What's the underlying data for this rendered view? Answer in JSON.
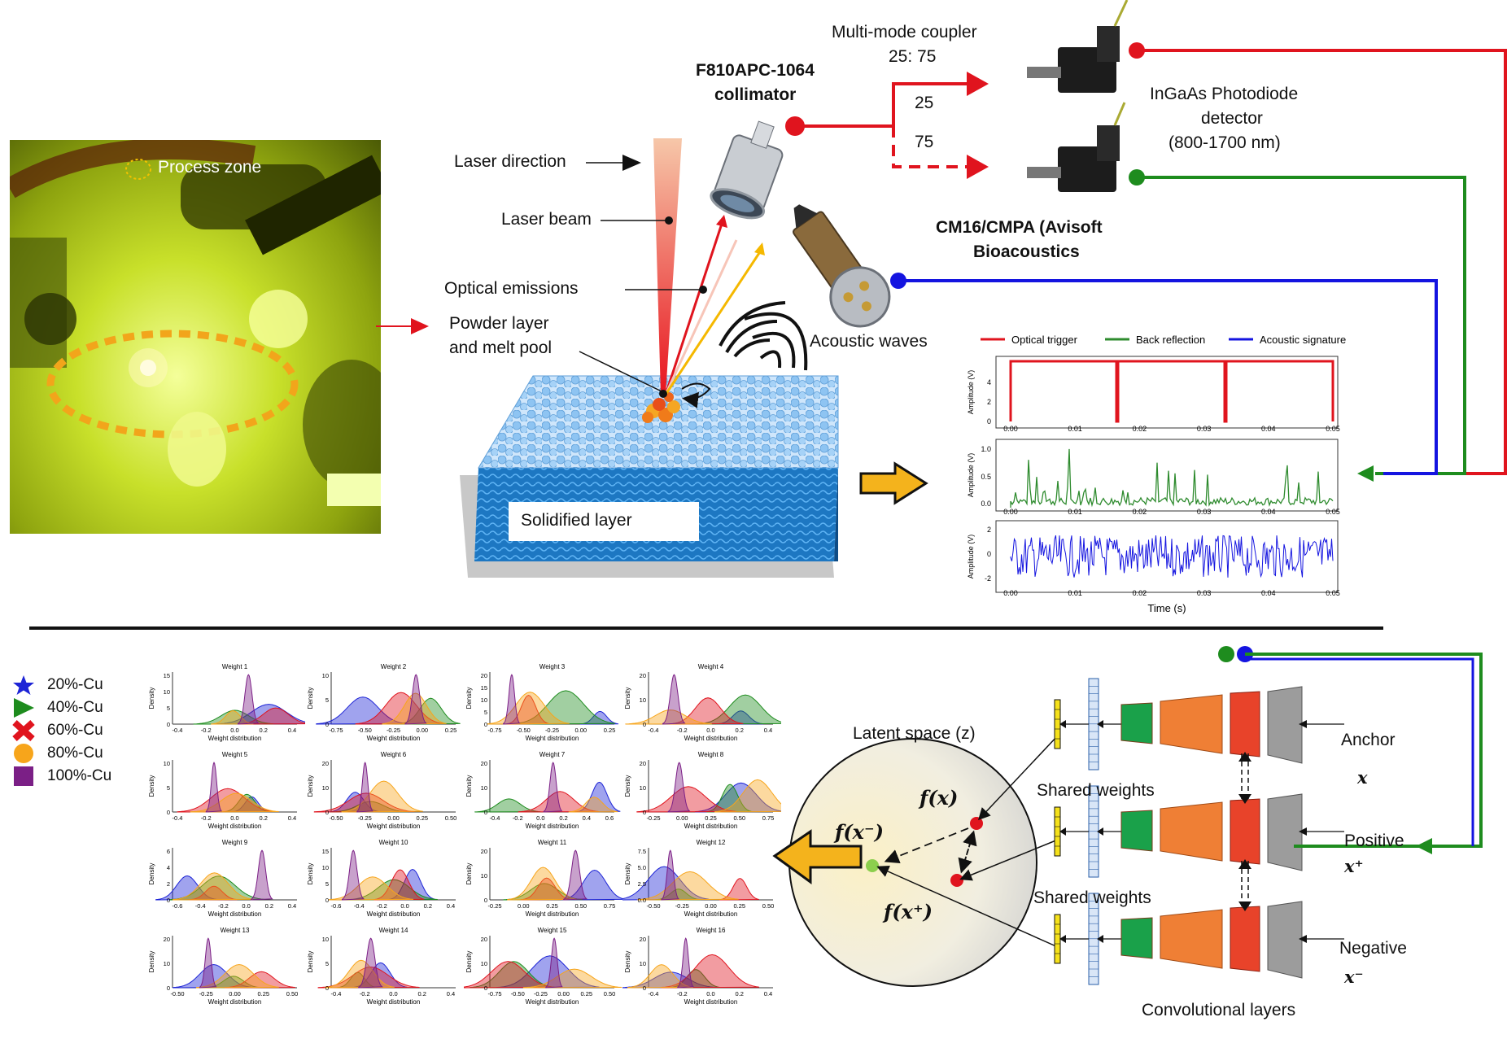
{
  "top": {
    "photo_label": "Process zone",
    "labels": {
      "laser_direction": "Laser direction",
      "laser_beam": "Laser beam",
      "optical_emissions": "Optical emissions",
      "powder_line1": "Powder layer",
      "powder_line2": "and melt pool",
      "solidified": "Solidified layer",
      "collimator_line1": "F810APC-1064",
      "collimator_line2": "collimator",
      "coupler_line1": "Multi-mode coupler",
      "coupler_line2": "25: 75",
      "split_a": "25",
      "split_b": "75",
      "detector_line1": "InGaAs Photodiode",
      "detector_line2": "detector",
      "detector_line3": "(800-1700 nm)",
      "mic_line1": "CM16/CMPA (Avisoft",
      "mic_line2": "Bioacoustics",
      "acoustic_waves": "Acoustic waves"
    }
  },
  "signals": {
    "legend": [
      "Optical trigger",
      "Back reflection",
      "Acoustic signature"
    ],
    "colors": [
      "#e0141e",
      "#2e8b2e",
      "#1414e0"
    ],
    "ylabel": "Amplitude (V)",
    "xlabel": "Time (s)",
    "xticks": [
      "0.00",
      "0.01",
      "0.02",
      "0.03",
      "0.04",
      "0.05"
    ],
    "yticks_top": [
      "0",
      "2",
      "4"
    ],
    "yticks_mid": [
      "0.0",
      "0.5",
      "1.0"
    ],
    "yticks_bot": [
      "-2",
      "0",
      "2"
    ]
  },
  "legend_cu": {
    "items": [
      {
        "label": "20%-Cu",
        "icon": "star-icon",
        "color": "#1d24d6"
      },
      {
        "label": "40%-Cu",
        "icon": "triangle-icon",
        "color": "#1e8c1e"
      },
      {
        "label": "60%-Cu",
        "icon": "cross-icon",
        "color": "#e0141e"
      },
      {
        "label": "80%-Cu",
        "icon": "circle-icon",
        "color": "#f7a51b"
      },
      {
        "label": "100%-Cu",
        "icon": "square-icon",
        "color": "#7b1f86"
      }
    ]
  },
  "weights": {
    "ylabel": "Density",
    "xlabel": "Weight distribution",
    "panels": [
      {
        "title": "Weight 1",
        "xticks": [
          "-0.4",
          "-0.2",
          "0.0",
          "0.2",
          "0.4"
        ],
        "yticks": [
          "0",
          "5",
          "10",
          "15"
        ]
      },
      {
        "title": "Weight 2",
        "xticks": [
          "-0.75",
          "-0.50",
          "-0.25",
          "0.00",
          "0.25"
        ],
        "yticks": [
          "0",
          "5",
          "10"
        ]
      },
      {
        "title": "Weight 3",
        "xticks": [
          "-0.75",
          "-0.50",
          "-0.25",
          "0.00",
          "0.25"
        ],
        "yticks": [
          "0",
          "5",
          "10",
          "15",
          "20"
        ]
      },
      {
        "title": "Weight 4",
        "xticks": [
          "-0.4",
          "-0.2",
          "0.0",
          "0.2",
          "0.4"
        ],
        "yticks": [
          "0",
          "10",
          "20"
        ]
      },
      {
        "title": "Weight 5",
        "xticks": [
          "-0.4",
          "-0.2",
          "0.0",
          "0.2",
          "0.4"
        ],
        "yticks": [
          "0",
          "5",
          "10"
        ]
      },
      {
        "title": "Weight 6",
        "xticks": [
          "-0.50",
          "-0.25",
          "0.00",
          "0.25",
          "0.50"
        ],
        "yticks": [
          "0",
          "10",
          "20"
        ]
      },
      {
        "title": "Weight 7",
        "xticks": [
          "-0.4",
          "-0.2",
          "0.0",
          "0.2",
          "0.4",
          "0.6"
        ],
        "yticks": [
          "0",
          "10",
          "20"
        ]
      },
      {
        "title": "Weight 8",
        "xticks": [
          "-0.25",
          "0.00",
          "0.25",
          "0.50",
          "0.75"
        ],
        "yticks": [
          "0",
          "10",
          "20"
        ]
      },
      {
        "title": "Weight 9",
        "xticks": [
          "-0.6",
          "-0.4",
          "-0.2",
          "0.0",
          "0.2",
          "0.4"
        ],
        "yticks": [
          "0",
          "2",
          "4",
          "6"
        ]
      },
      {
        "title": "Weight 10",
        "xticks": [
          "-0.6",
          "-0.4",
          "-0.2",
          "0.0",
          "0.2",
          "0.4"
        ],
        "yticks": [
          "0",
          "5",
          "10",
          "15"
        ]
      },
      {
        "title": "Weight 11",
        "xticks": [
          "-0.25",
          "0.00",
          "0.25",
          "0.50",
          "0.75"
        ],
        "yticks": [
          "0",
          "10",
          "20"
        ]
      },
      {
        "title": "Weight 12",
        "xticks": [
          "-0.50",
          "-0.25",
          "0.00",
          "0.25",
          "0.50"
        ],
        "yticks": [
          "0.0",
          "2.5",
          "5.0",
          "7.5"
        ]
      },
      {
        "title": "Weight 13",
        "xticks": [
          "-0.50",
          "-0.25",
          "0.00",
          "0.25",
          "0.50"
        ],
        "yticks": [
          "0",
          "10",
          "20"
        ]
      },
      {
        "title": "Weight 14",
        "xticks": [
          "-0.4",
          "-0.2",
          "0.0",
          "0.2",
          "0.4"
        ],
        "yticks": [
          "0",
          "5",
          "10"
        ]
      },
      {
        "title": "Weight 15",
        "xticks": [
          "-0.75",
          "-0.50",
          "-0.25",
          "0.00",
          "0.25",
          "0.50"
        ],
        "yticks": [
          "0",
          "10",
          "20"
        ]
      },
      {
        "title": "Weight 16",
        "xticks": [
          "-0.4",
          "-0.2",
          "0.0",
          "0.2",
          "0.4"
        ],
        "yticks": [
          "0",
          "10",
          "20"
        ]
      }
    ]
  },
  "network": {
    "latent_title": "Latent space (z)",
    "shared_1": "Shared weights",
    "shared_2": "Shared weights",
    "conv_label": "Convolutional layers",
    "anchor": "Anchor",
    "anchor_sym": "x",
    "positive": "Positive",
    "positive_sym": "x⁺",
    "negative": "Negative",
    "negative_sym": "x⁻",
    "f_anchor": "f(x)",
    "f_neg": "f(x⁻)",
    "f_pos": "f(x⁺)"
  }
}
